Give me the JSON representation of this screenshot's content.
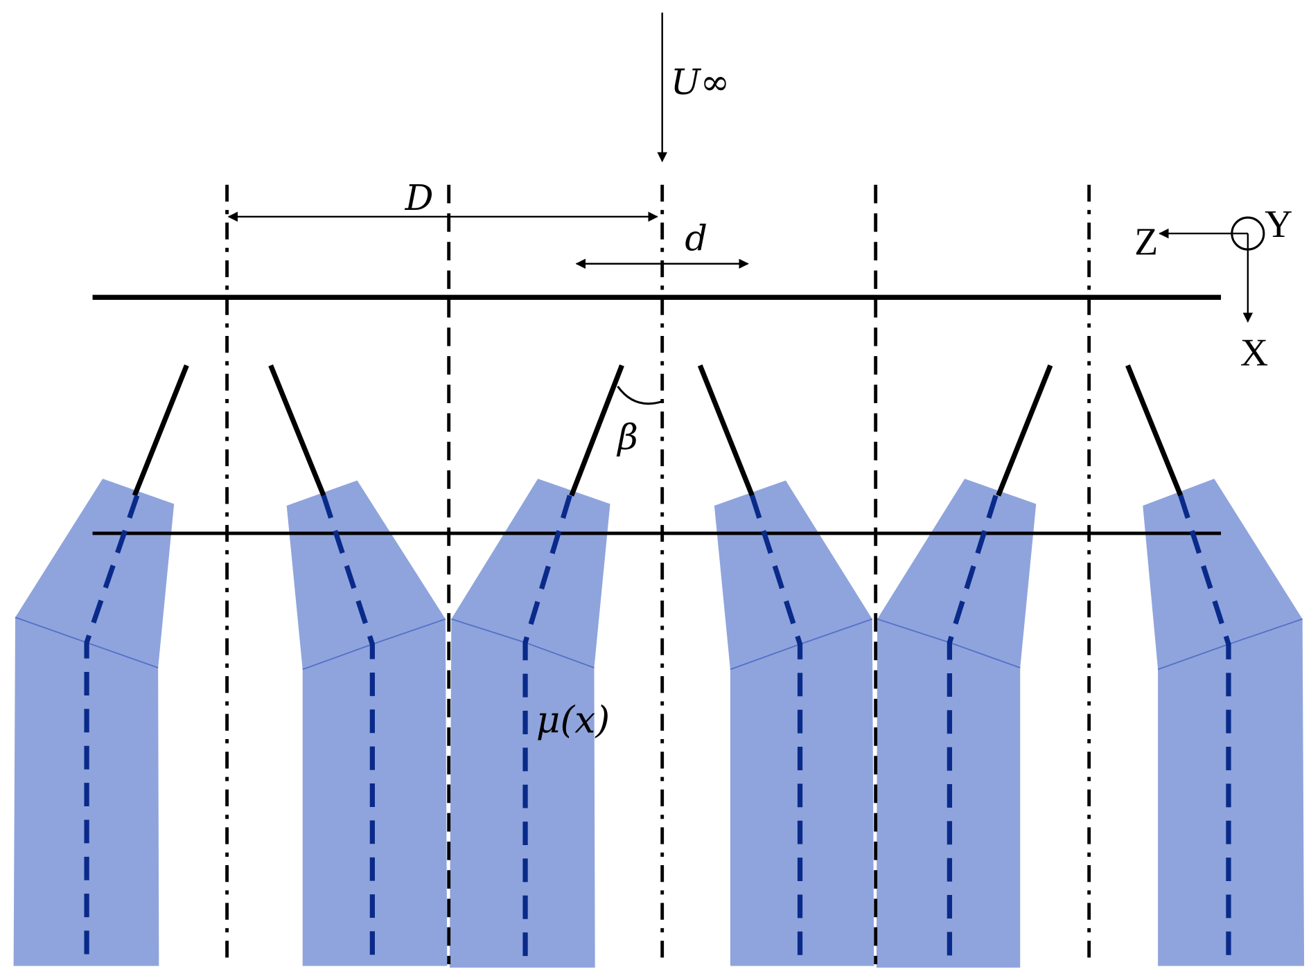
{
  "labels": {
    "freestream": "U∞",
    "spacing_D": "D",
    "spacing_d": "d",
    "angle": "β",
    "mu": "μ(x)"
  },
  "axes": {
    "z": "Z",
    "y": "Y",
    "x": "X"
  },
  "colors": {
    "wake_fill": "#899fda",
    "wake_centerline": "#0a2a8a",
    "line": "#000000"
  }
}
